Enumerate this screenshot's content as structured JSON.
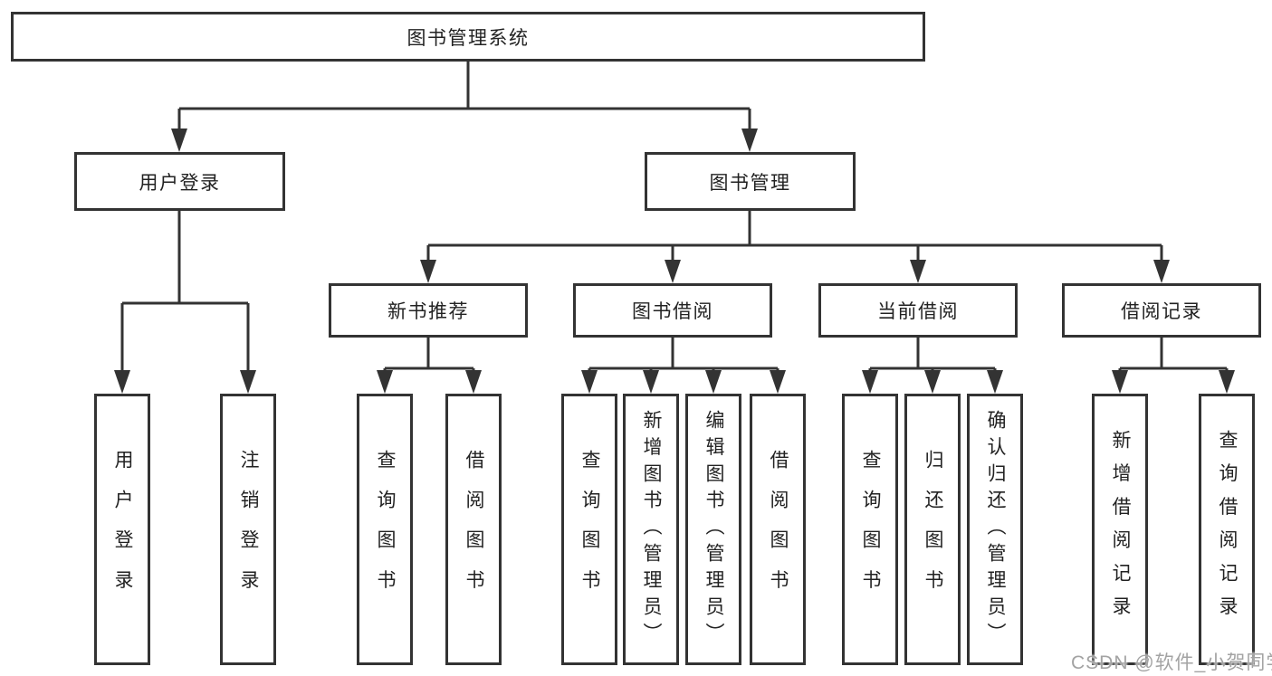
{
  "tree": {
    "label": "图书管理系统",
    "children": [
      {
        "label": "用户登录",
        "children": [
          {
            "label": "用户登录"
          },
          {
            "label": "注销登录"
          }
        ]
      },
      {
        "label": "图书管理",
        "children": [
          {
            "label": "新书推荐",
            "children": [
              {
                "label": "查询图书"
              },
              {
                "label": "借阅图书"
              }
            ]
          },
          {
            "label": "图书借阅",
            "children": [
              {
                "label": "查询图书"
              },
              {
                "label": "新增图书（管理员）"
              },
              {
                "label": "编辑图书（管理员）"
              },
              {
                "label": "借阅图书"
              }
            ]
          },
          {
            "label": "当前借阅",
            "children": [
              {
                "label": "查询图书"
              },
              {
                "label": "归还图书"
              },
              {
                "label": "确认归还（管理员）"
              }
            ]
          },
          {
            "label": "借阅记录",
            "children": [
              {
                "label": "新增借阅记录"
              },
              {
                "label": "查询借阅记录"
              }
            ]
          }
        ]
      }
    ]
  },
  "watermark": "CSDN @软件_小贺同学",
  "colors": {
    "line": "#333333",
    "box_border": "#333333",
    "text": "#222222",
    "watermark_text": "#a3a3a3"
  }
}
